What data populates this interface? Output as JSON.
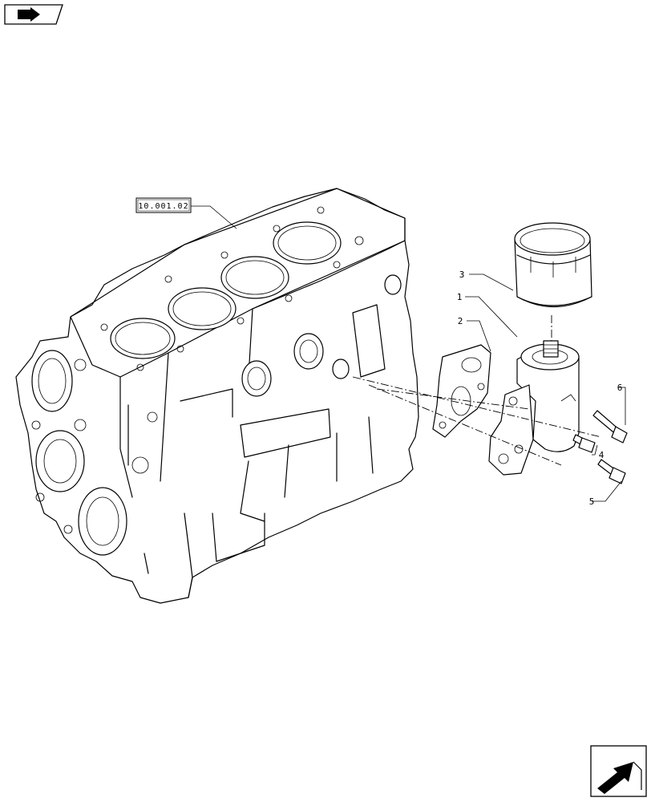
{
  "reference_label": "10.001.02",
  "callouts": [
    {
      "id": "1",
      "label": "1"
    },
    {
      "id": "2",
      "label": "2"
    },
    {
      "id": "3",
      "label": "3"
    },
    {
      "id": "4",
      "label": "4"
    },
    {
      "id": "5",
      "label": "5"
    },
    {
      "id": "6",
      "label": "6"
    }
  ],
  "icons": {
    "top_left": "previous-page-arrow-icon",
    "bottom_right": "next-page-arrow-icon"
  }
}
